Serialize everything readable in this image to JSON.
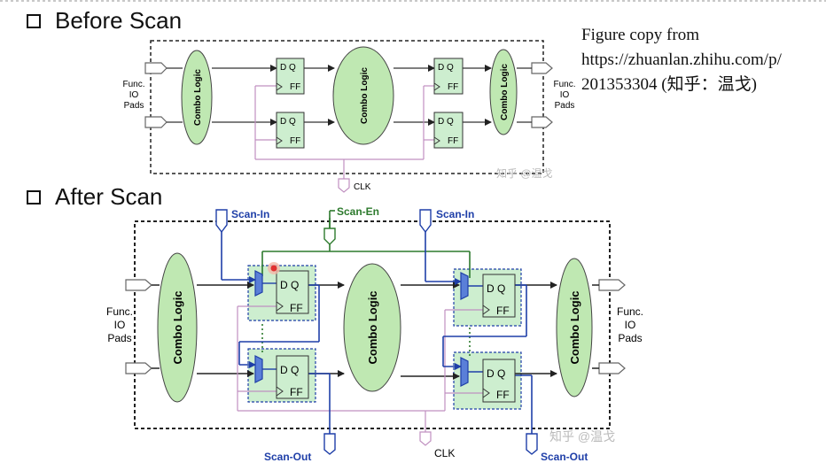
{
  "slide": {
    "before_title": "Before Scan",
    "after_title": "After Scan",
    "caption_lines": [
      "Figure copy from",
      "https://zhuanlan.zhihu.com/p/",
      "201353304 (知乎：温戈)"
    ]
  },
  "labels": {
    "func": "Func.",
    "io": "IO",
    "pads": "Pads",
    "combo_logic": "Combo Logic",
    "dq": "D Q",
    "ff": "FF",
    "clk": "CLK",
    "scan_in": "Scan-In",
    "scan_en": "Scan-En",
    "scan_out": "Scan-Out",
    "watermark": "知乎 @温戈"
  },
  "colors": {
    "scan_chain": "#1f3fa8",
    "scan_enable": "#2d7a2d",
    "clock": "#c090c0",
    "cloud_fill": "#bfe8b2",
    "cell_fill": "#cdeecf",
    "highlight": "#e03030"
  }
}
